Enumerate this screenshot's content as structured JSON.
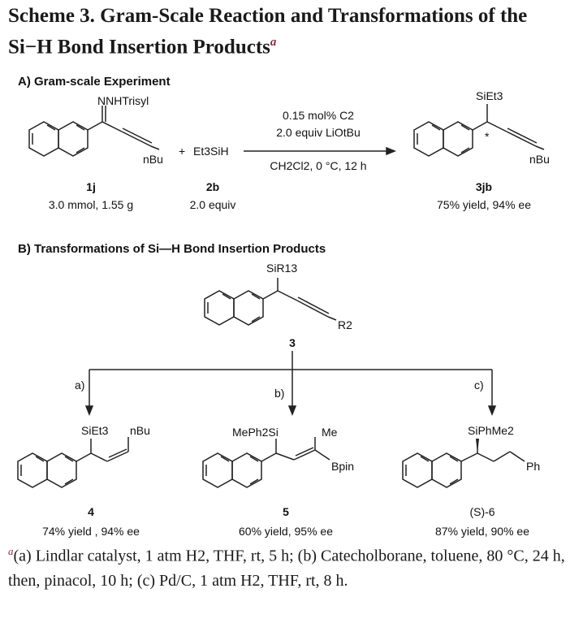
{
  "title": {
    "line1": "Scheme 3. Gram-Scale Reaction and Transformations of the",
    "line2": "Si−H Bond Insertion Products",
    "footnote_mark": "a"
  },
  "section_a": {
    "heading": "A) Gram-scale Experiment",
    "reactant1": {
      "substituent_top": "NNHTrisyl",
      "substituent_alkyne": "nBu",
      "label": "1j",
      "amount": "3.0 mmol, 1.55 g"
    },
    "plus": "+",
    "reactant2": {
      "formula": "Et3SiH",
      "label": "2b",
      "amount": "2.0 equiv"
    },
    "conditions": {
      "catalyst": "0.15 mol% C2",
      "base": "2.0 equiv LiOtBu",
      "solvent": "CH2Cl2, 0 °C, 12 h"
    },
    "product": {
      "silyl": "SiEt3",
      "alkyl": "nBu",
      "stereo": "*",
      "label": "3jb",
      "result": "75% yield, 94% ee"
    }
  },
  "section_b": {
    "heading": "B) Transformations of Si—H Bond Insertion Products",
    "start": {
      "silyl": "SiR13",
      "r2": "R2",
      "label": "3"
    },
    "routes": [
      {
        "tag": "a)",
        "silyl": "SiEt3",
        "alkyl": "nBu",
        "label": "4",
        "result": "74% yield , 94% ee"
      },
      {
        "tag": "b)",
        "silyl": "MePh2Si",
        "me": "Me",
        "bpin": "Bpin",
        "label": "5",
        "result": "60% yield, 95% ee"
      },
      {
        "tag": "c)",
        "silyl": "SiPhMe2",
        "ph": "Ph",
        "label": "(S)-6",
        "result": "87% yield, 90% ee"
      }
    ]
  },
  "footnote": {
    "mark": "a",
    "text": "(a) Lindlar catalyst, 1 atm H2, THF, rt, 5 h; (b) Catecholborane, toluene, 80 °C, 24 h, then, pinacol, 10 h; (c) Pd/C, 1 atm H2, THF, rt, 8 h."
  }
}
